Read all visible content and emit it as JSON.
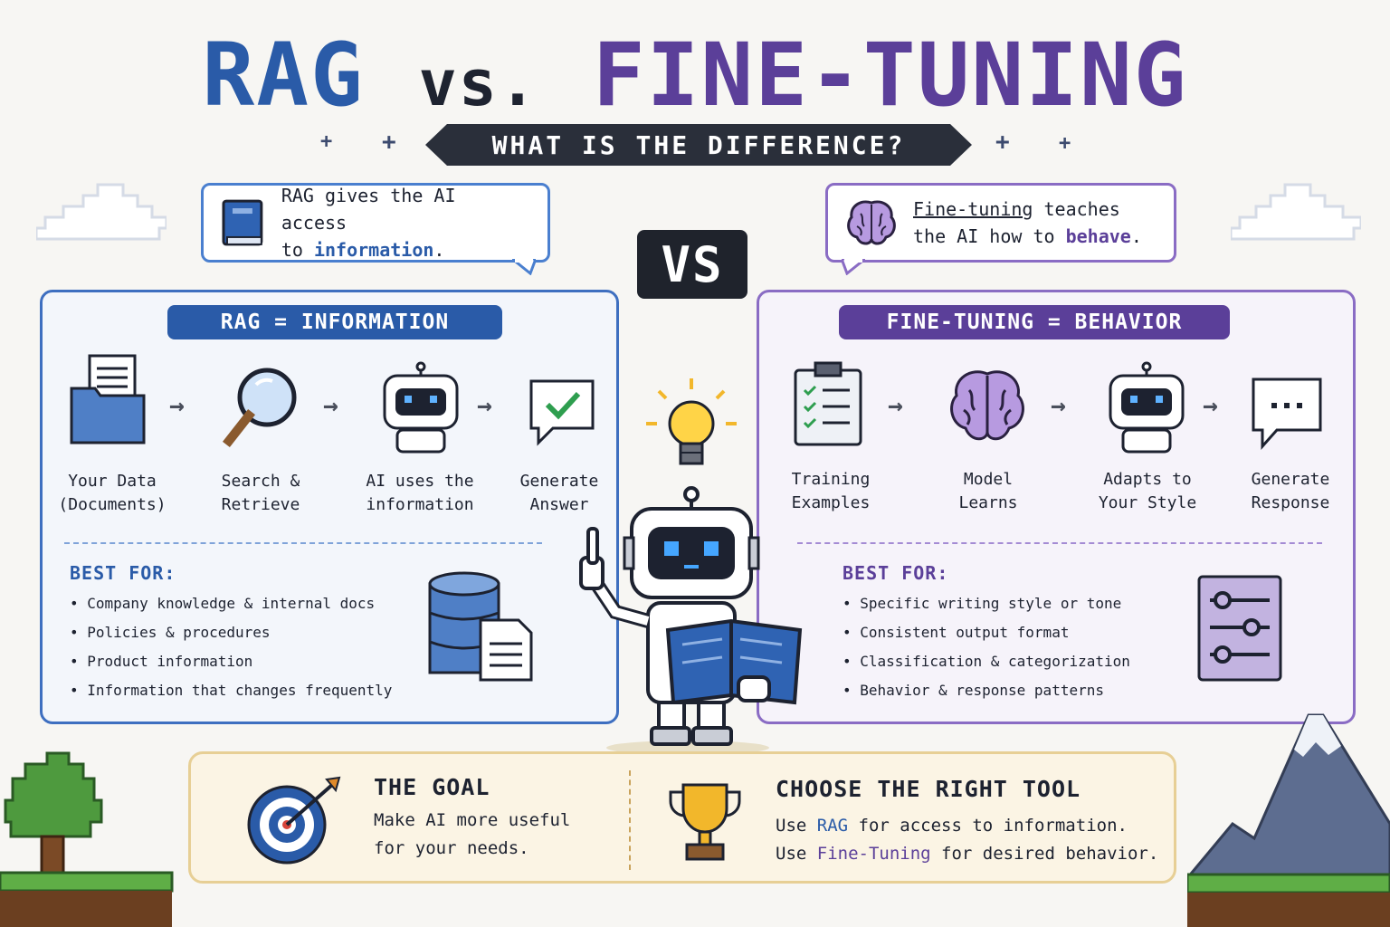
{
  "title": {
    "rag": "RAG",
    "vs": "vs.",
    "ft": "FINE-TUNING"
  },
  "subtitle": "WHAT IS THE DIFFERENCE?",
  "vs_badge": "VS",
  "bubble_rag": {
    "pre": "RAG gives the AI access",
    "line2_pre": "to ",
    "highlight": "information",
    "end": "."
  },
  "bubble_ft": {
    "highlight": "Fine-tuning",
    "post": " teaches",
    "line2_pre": "the AI how to ",
    "highlight2": "behave",
    "end": "."
  },
  "rag": {
    "header": "RAG = INFORMATION",
    "steps": [
      {
        "line1": "Your Data",
        "line2": "(Documents)"
      },
      {
        "line1": "Search &",
        "line2": "Retrieve"
      },
      {
        "line1": "AI uses the",
        "line2": "information"
      },
      {
        "line1": "Generate",
        "line2": "Answer"
      }
    ],
    "best_for_title": "BEST FOR:",
    "best_for": [
      "Company knowledge & internal docs",
      "Policies & procedures",
      "Product information",
      "Information that changes frequently"
    ]
  },
  "ft": {
    "header": "FINE-TUNING = BEHAVIOR",
    "steps": [
      {
        "line1": "Training",
        "line2": "Examples"
      },
      {
        "line1": "Model",
        "line2": "Learns"
      },
      {
        "line1": "Adapts to",
        "line2": "Your Style"
      },
      {
        "line1": "Generate",
        "line2": "Response"
      }
    ],
    "best_for_title": "BEST FOR:",
    "best_for": [
      "Specific writing style or tone",
      "Consistent output format",
      "Classification & categorization",
      "Behavior & response patterns"
    ]
  },
  "goal": {
    "title": "THE GOAL",
    "line1": "Make AI more useful",
    "line2": "for your needs."
  },
  "choose": {
    "title": "CHOOSE THE RIGHT TOOL",
    "l1_pre": "Use ",
    "l1_hl": "RAG",
    "l1_post": " for access to information.",
    "l2_pre": "Use ",
    "l2_hl": "Fine-Tuning",
    "l2_post": " for desired behavior."
  },
  "colors": {
    "rag_blue": "#2a5ba8",
    "ft_purple": "#5b3f99",
    "dark": "#1f232c",
    "goal_bg": "#fbf4e4"
  },
  "icons": [
    "book-icon",
    "brain-icon",
    "folder-documents-icon",
    "magnifier-icon",
    "robot-icon",
    "speech-check-icon",
    "clipboard-checklist-icon",
    "speech-ellipsis-icon",
    "database-icon",
    "sliders-icon",
    "lightbulb-icon",
    "target-icon",
    "trophy-icon",
    "cloud-icon",
    "tree-icon",
    "mountain-icon"
  ]
}
